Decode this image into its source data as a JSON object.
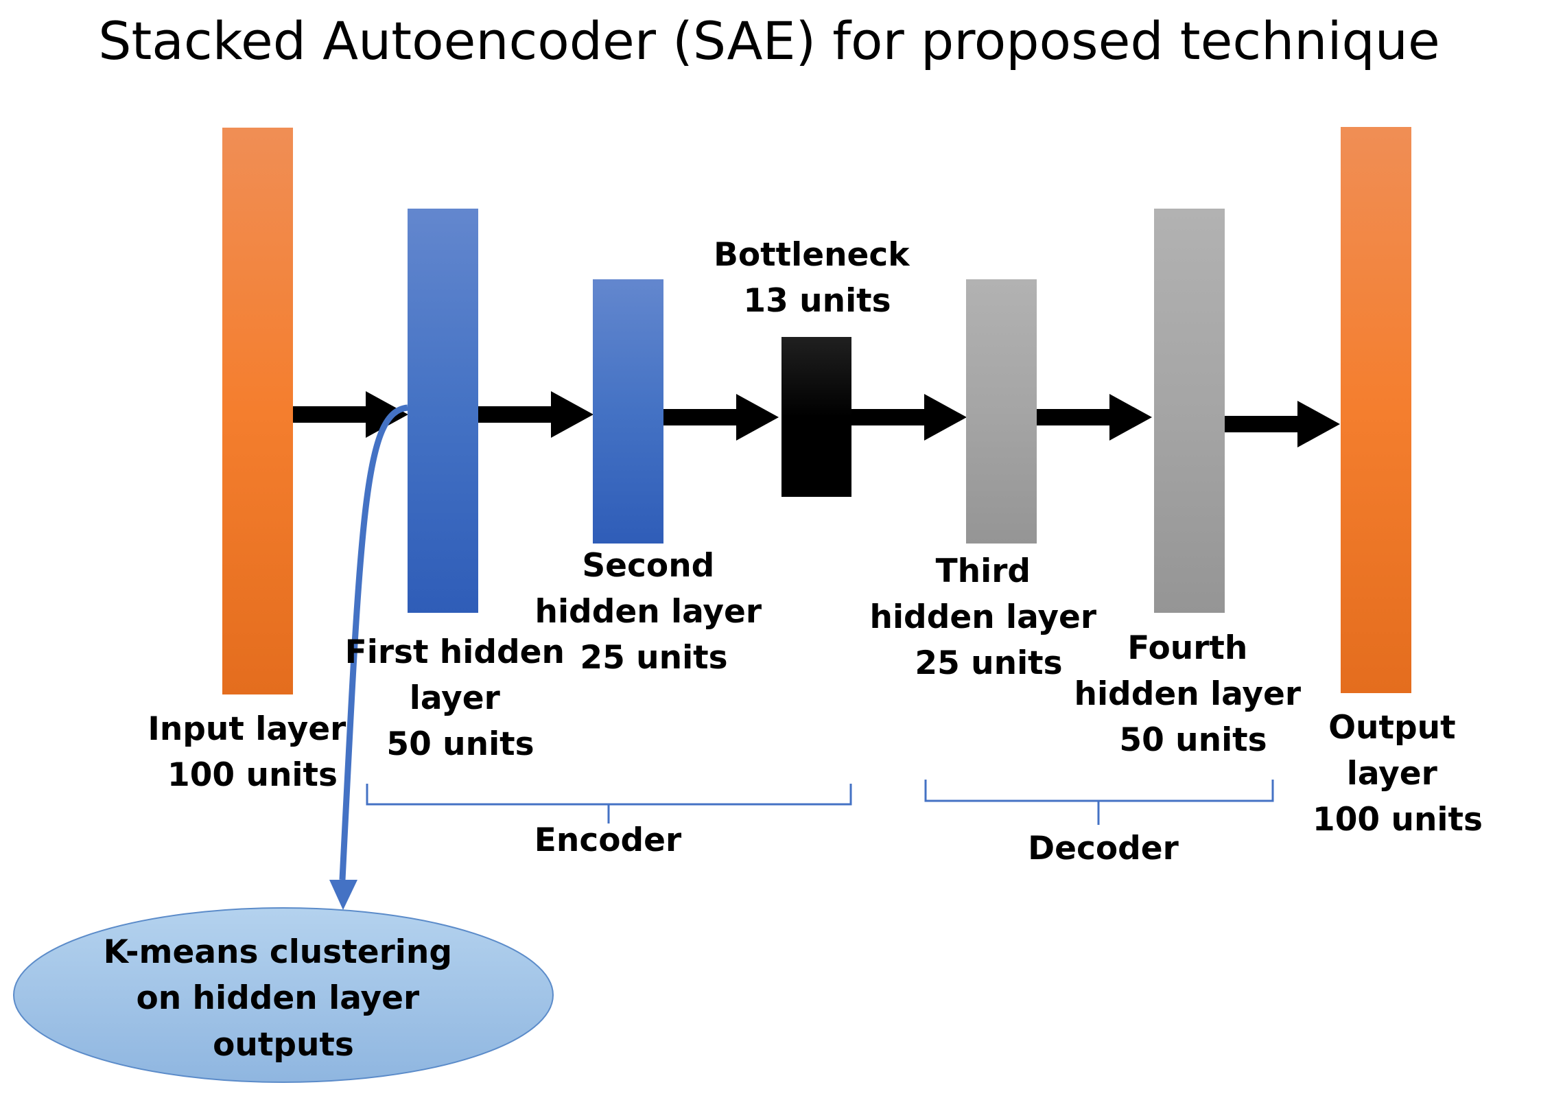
{
  "title": "Stacked Autoencoder (SAE) for proposed technique",
  "layers": {
    "input": {
      "lines": [
        "Input layer",
        "100 units"
      ],
      "color": "#ED7D31"
    },
    "first_hidden": {
      "lines": [
        "First hidden",
        "layer",
        "50 units"
      ],
      "color": "#4472C4"
    },
    "second_hidden": {
      "lines": [
        "Second",
        "hidden layer",
        "25 units"
      ],
      "color": "#4472C4"
    },
    "bottleneck": {
      "lines": [
        "Bottleneck",
        "13 units"
      ],
      "color": "#000000"
    },
    "third_hidden": {
      "lines": [
        "Third",
        "hidden layer",
        "25 units"
      ],
      "color": "#A5A5A5"
    },
    "fourth_hidden": {
      "lines": [
        "Fourth",
        "hidden layer",
        "50 units"
      ],
      "color": "#A5A5A5"
    },
    "output": {
      "lines": [
        "Output",
        "layer",
        "100 units"
      ],
      "color": "#ED7D31"
    }
  },
  "groups": {
    "encoder": "Encoder",
    "decoder": "Decoder"
  },
  "clustering": {
    "lines": [
      "K-means clustering",
      "on hidden layer",
      "outputs"
    ],
    "color": "#9DC3E6"
  }
}
